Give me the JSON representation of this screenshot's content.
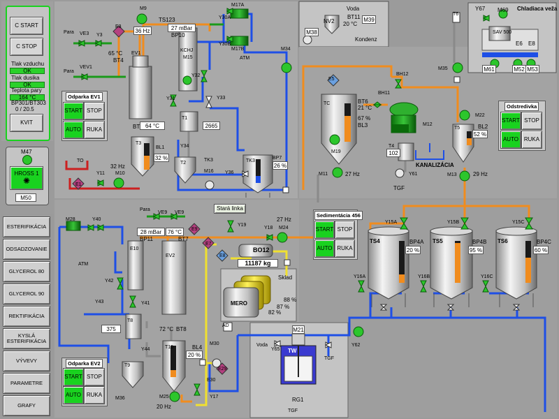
{
  "control": {
    "c_start": "C START",
    "c_stop": "C STOP",
    "tlak_vzduchu": "Tlak vzduchu",
    "tlak_vzduchu_status": "OK",
    "tlak_dusika": "Tlak dusika",
    "tlak_dusika_status": "OK",
    "teplota_pary": "Teplota pary",
    "teplota_pary_value": "164 °C",
    "bp_label": "BP301/BT303",
    "bp_value": "0 / 20.5",
    "kvit": "KVIT"
  },
  "hross": {
    "id": "M47",
    "label": "HROSS 1",
    "motor": "M50"
  },
  "nav": [
    "ESTERIFIKÁCIA",
    "ODSADZOVANIE",
    "GLYCEROL 80",
    "GLYCEROL 90",
    "REKTIFIKÁCIA",
    "KYSLÁ ESTERIFIKÁCIA",
    "VÝVEVY",
    "PARAMETRE",
    "GRAFY"
  ],
  "odparka1": {
    "title": "Odparka EV1",
    "start": "START",
    "stop": "STOP",
    "auto": "AUTO",
    "ruka": "RUKA"
  },
  "odparka2": {
    "title": "Odparka EV2",
    "start": "START",
    "stop": "STOP",
    "auto": "AUTO",
    "ruka": "RUKA"
  },
  "odstredivka": {
    "title": "Odstredivka",
    "start": "START",
    "stop": "STOP",
    "auto": "AUTO",
    "ruka": "RUKA"
  },
  "sedimentacia": {
    "title": "Sedimentácia 456",
    "start": "START",
    "stop": "STOP",
    "auto": "AUTO",
    "ruka": "RUKA"
  },
  "stara_linka": "Stará linka",
  "chladiaca": {
    "title": "Chladiaca veža",
    "sav": "SAV 500",
    "y67": "Y67",
    "m69": "M69",
    "m61": "M61",
    "e6": "E6",
    "e8": "E8",
    "m52": "M52",
    "m53": "M53"
  },
  "kondenz": {
    "voda": "Voda",
    "nv2": "NV2",
    "bt11": "BT11",
    "temp": "20 °C",
    "m39": "M39",
    "m38": "M38",
    "kondenz": "Kondenz"
  },
  "values": {
    "m9_hz": "36 Hz",
    "ts123": "TS123",
    "mbar27": "27 mBar",
    "bp10": "BP10",
    "t65": "65 °C",
    "bt4": "BT4",
    "t64": "64 °C",
    "bt3": "BT3",
    "bl1_pct": "32 %",
    "m10_hz": "32 Hz",
    "t2665": "2665",
    "bp7": "26 %",
    "t21": "21 °C",
    "tc_pct": "67 %",
    "bl3": "BL3",
    "bt6": "BT6",
    "m27_hz": "27 Hz",
    "t4_val": "102",
    "bl2": "BL2",
    "t5_pct": "52 %",
    "m13_hz": "29 Hz",
    "kanalizacia": "KANALIZÁCIA",
    "tgf": "TGF",
    "mbar28": "28 mBar",
    "bp11": "BP11",
    "t76": "76 °C",
    "bt7": "BT7",
    "t375": "375",
    "t72": "72 °C",
    "bt8": "BT8",
    "bl4": "BL4",
    "bl4_pct": "20 %",
    "m25_hz": "20 Hz",
    "bo12": "BO12",
    "bo12_kg": "11187 kg",
    "sklad": "Sklad",
    "m24_hz": "27 Hz",
    "mero": "MERO",
    "mero1": "88 %",
    "mero2": "87 %",
    "mero3": "82 %",
    "ts4_pct": "20 %",
    "ts5_pct": "95 %",
    "ts6_pct": "60 %",
    "bp4a": "BP4A",
    "bp4b": "BP4B",
    "bp4c": "BP4C",
    "tw": "TW",
    "rg1": "RG1",
    "m21": "M21"
  },
  "colors": {
    "orange": "#f08c1e",
    "blue": "#1e4fe6",
    "yellow": "#f0e030",
    "green": "#19d21f",
    "red": "#cc2020",
    "purple": "#8a3a7a",
    "grey": "#9b9b9b"
  }
}
